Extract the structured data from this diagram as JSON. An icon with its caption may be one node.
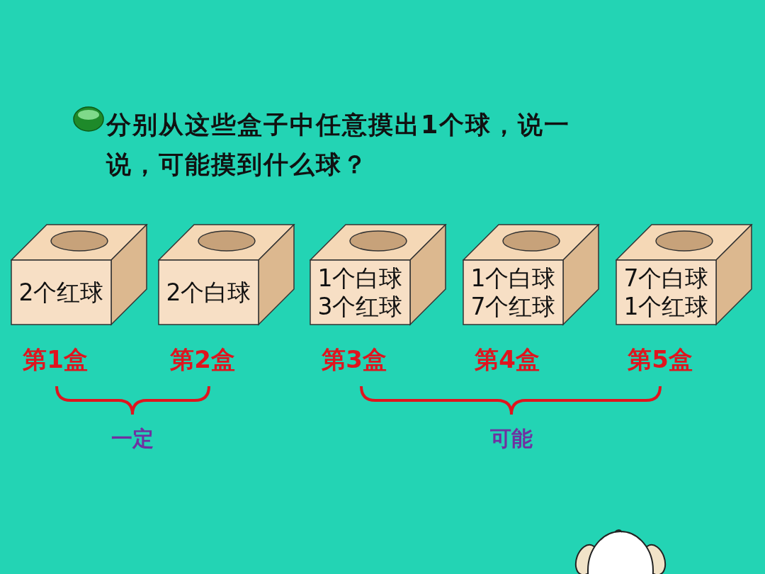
{
  "diagram": {
    "title": "分别从这些盒子中任意摸出1个球，说一说，可能摸到什么球？",
    "nodes": [
      {
        "text": [
          "2个红球"
        ],
        "beside": [
          "第1盒"
        ]
      },
      {
        "text": [
          "2个白球"
        ],
        "beside": [
          "第2盒"
        ]
      },
      {
        "text": [
          "1个白球",
          "3个红球"
        ],
        "beside": [
          "第3盒"
        ]
      },
      {
        "text": [
          "1个白球",
          "7个红球"
        ],
        "beside": [
          "第4盒"
        ]
      },
      {
        "text": [
          "7个白球",
          "1个红球"
        ],
        "beside": [
          "第5盒"
        ]
      }
    ],
    "labels": [
      "一定",
      "可能"
    ]
  }
}
